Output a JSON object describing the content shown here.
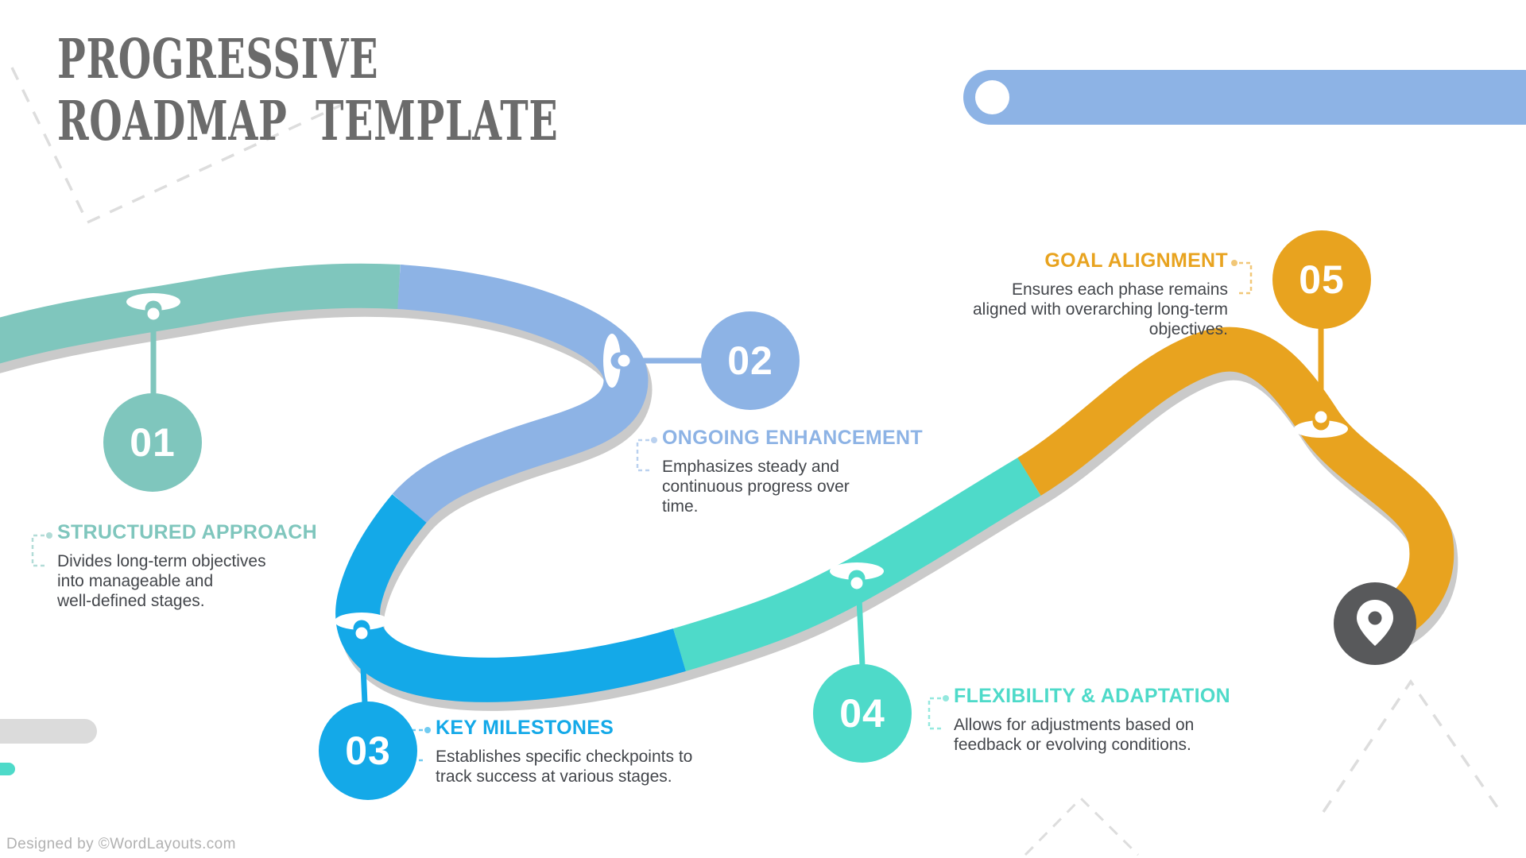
{
  "header": {
    "title_line1": "PROGRESSIVE",
    "title_line2": "ROADMAP TEMPLATE"
  },
  "footer": {
    "credit": "Designed by ©WordLayouts.com"
  },
  "colors": {
    "teal": "#7FC6BD",
    "periwinkle": "#8DB3E5",
    "blue": "#14A9E8",
    "turquoise": "#4EDAC9",
    "orange": "#E8A31F",
    "road_shadow": "#CACACA",
    "pin_gray": "#58595B",
    "headline_gray": "#6B6B6B",
    "body_text": "#43464B",
    "decoration_dash": "#DDDDDD",
    "bottom_bar_gray": "#DBDBDB",
    "white": "#FFFFFF"
  },
  "stages": [
    {
      "number": "01",
      "title": "STRUCTURED APPROACH",
      "color": "#7FC6BD",
      "description_lines": [
        "Divides long-term objectives",
        "into manageable and",
        "well-defined stages."
      ]
    },
    {
      "number": "02",
      "title": "ONGOING ENHANCEMENT",
      "color": "#8DB3E5",
      "description_lines": [
        "Emphasizes steady and",
        "continuous progress over",
        "time."
      ]
    },
    {
      "number": "03",
      "title": "KEY MILESTONES",
      "color": "#14A9E8",
      "description_lines": [
        "Establishes specific checkpoints to",
        "track success at various stages."
      ]
    },
    {
      "number": "04",
      "title": "FLEXIBILITY & ADAPTATION",
      "color": "#4EDAC9",
      "description_lines": [
        "Allows for adjustments based on",
        "feedback or evolving conditions."
      ]
    },
    {
      "number": "05",
      "title": "GOAL ALIGNMENT",
      "color": "#E8A31F",
      "description_lines": [
        "Ensures each phase remains",
        "aligned with overarching long-term",
        "objectives."
      ]
    }
  ]
}
